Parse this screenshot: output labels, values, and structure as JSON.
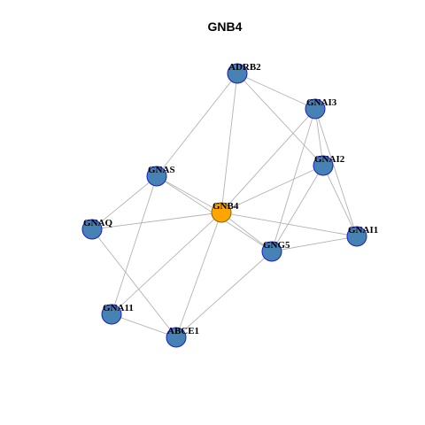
{
  "title": "GNB4",
  "colors": {
    "node_fill": "#4682b4",
    "node_border": "#1a1ad6",
    "center_fill": "#ffa500",
    "edge": "#b3b3b3"
  },
  "nodes": [
    {
      "id": "ADRB2",
      "label": "ADRB2",
      "center": false
    },
    {
      "id": "GNAI3",
      "label": "GNAI3",
      "center": false
    },
    {
      "id": "GNAI2",
      "label": "GNAI2",
      "center": false
    },
    {
      "id": "GNAS",
      "label": "GNAS",
      "center": false
    },
    {
      "id": "GNB4",
      "label": "GNB4",
      "center": true
    },
    {
      "id": "GNAQ",
      "label": "GNAQ",
      "center": false
    },
    {
      "id": "GNAI1",
      "label": "GNAI1",
      "center": false
    },
    {
      "id": "GNG5",
      "label": "GNG5",
      "center": false
    },
    {
      "id": "GNA11",
      "label": "GNA11",
      "center": false
    },
    {
      "id": "ABCE1",
      "label": "ABCE1",
      "center": false
    }
  ],
  "edges": [
    [
      "ADRB2",
      "GNAI3"
    ],
    [
      "ADRB2",
      "GNAI2"
    ],
    [
      "ADRB2",
      "GNAS"
    ],
    [
      "ADRB2",
      "GNB4"
    ],
    [
      "GNAI3",
      "GNAI2"
    ],
    [
      "GNAI3",
      "GNB4"
    ],
    [
      "GNAI3",
      "GNAI1"
    ],
    [
      "GNAI3",
      "GNG5"
    ],
    [
      "GNAI2",
      "GNB4"
    ],
    [
      "GNAI2",
      "GNAI1"
    ],
    [
      "GNAI2",
      "GNG5"
    ],
    [
      "GNAS",
      "GNAQ"
    ],
    [
      "GNAS",
      "GNB4"
    ],
    [
      "GNAS",
      "GNA11"
    ],
    [
      "GNAS",
      "GNG5"
    ],
    [
      "GNB4",
      "GNAQ"
    ],
    [
      "GNB4",
      "GNG5"
    ],
    [
      "GNB4",
      "GNAI1"
    ],
    [
      "GNB4",
      "GNA11"
    ],
    [
      "GNB4",
      "ABCE1"
    ],
    [
      "GNAQ",
      "ABCE1"
    ],
    [
      "GNG5",
      "GNAI1"
    ],
    [
      "GNG5",
      "ABCE1"
    ],
    [
      "GNA11",
      "ABCE1"
    ]
  ]
}
